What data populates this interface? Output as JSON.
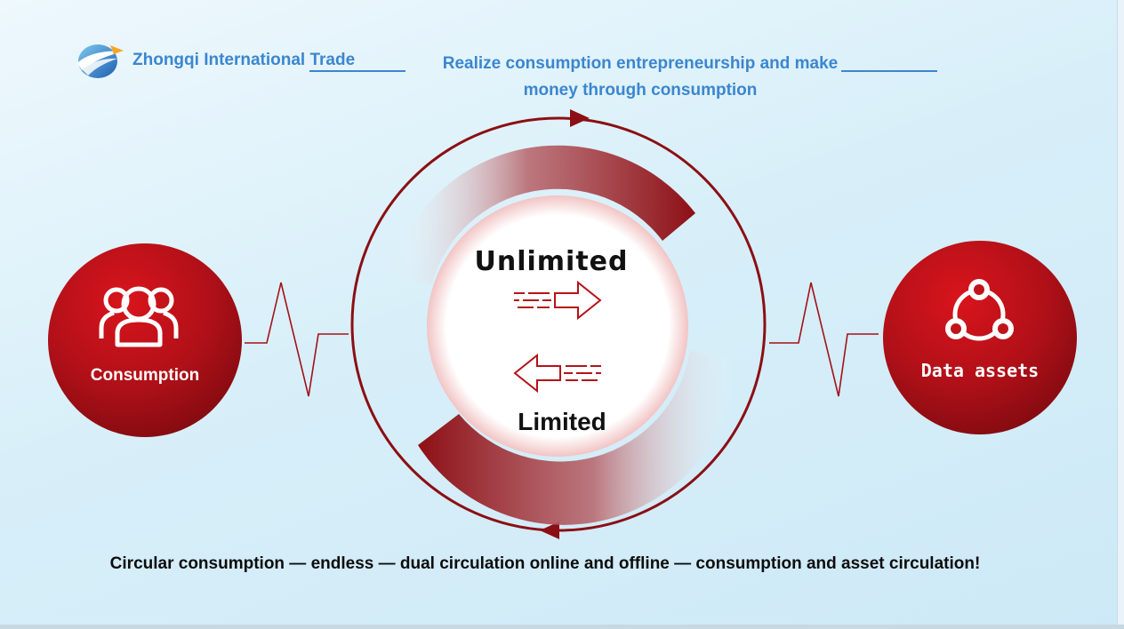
{
  "header": {
    "company": "Zhongqi International Trade",
    "slogan_line1": "Realize consumption entrepreneurship and make",
    "slogan_line2": "money through consumption"
  },
  "diagram": {
    "left_node": {
      "label": "Consumption",
      "icon": "people-icon"
    },
    "right_node": {
      "label": "Data assets",
      "icon": "share-network-icon"
    },
    "center_top": {
      "label": "Unlimited",
      "icon": "arrow-right-icon"
    },
    "center_bottom": {
      "label": "Limited",
      "icon": "arrow-left-icon"
    },
    "colors": {
      "accent": "#8b0f14",
      "node_red": "#c0141b",
      "text_blue": "#3b86cf"
    }
  },
  "footer": {
    "text": "Circular consumption — endless — dual circulation online and offline — consumption and asset circulation!"
  }
}
